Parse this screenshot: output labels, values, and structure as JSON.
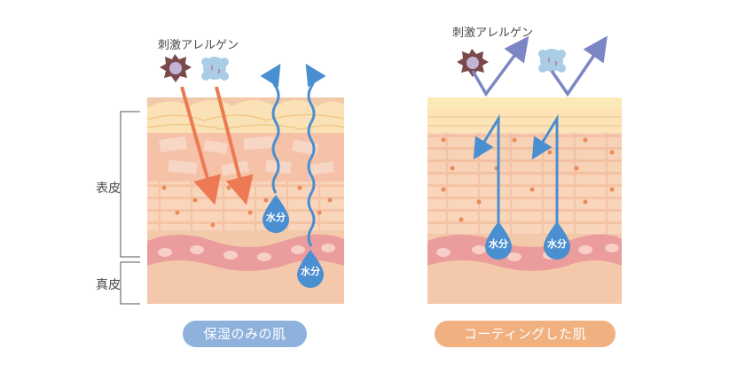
{
  "left_panel": {
    "allergen_label": "刺激アレルゲン",
    "water_label_1": "水分",
    "water_label_2": "水分",
    "caption": "保湿のみの肌",
    "caption_color": "#8fb2dd"
  },
  "right_panel": {
    "allergen_label": "刺激アレルゲン",
    "water_label_1": "水分",
    "water_label_2": "水分",
    "caption": "コーティングした肌",
    "caption_color": "#f0b07f"
  },
  "side_labels": {
    "epidermis": "表皮",
    "dermis": "真皮"
  },
  "colors": {
    "water": "#4a8fd0",
    "allergen_arrow": "#ec7a52",
    "deflect_arrow": "#7d86c5",
    "coating": "#fbeab8"
  }
}
